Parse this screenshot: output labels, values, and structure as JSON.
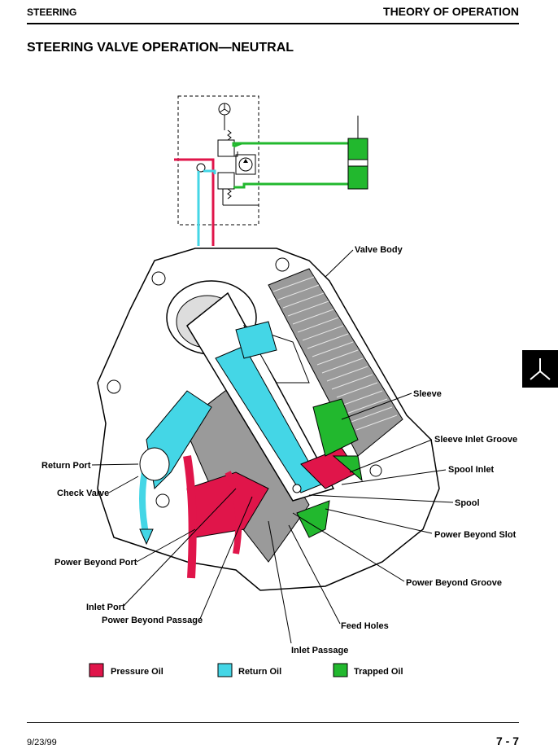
{
  "header": {
    "section": "STEERING",
    "chapter": "THEORY OF OPERATION"
  },
  "title": "STEERING VALVE OPERATION—NEUTRAL",
  "callouts": {
    "valve_body": "Valve Body",
    "sleeve": "Sleeve",
    "sleeve_inlet_groove": "Sleeve Inlet Groove",
    "spool_inlet": "Spool Inlet",
    "spool": "Spool",
    "power_beyond_slot": "Power Beyond Slot",
    "power_beyond_groove": "Power Beyond Groove",
    "feed_holes": "Feed Holes",
    "inlet_passage": "Inlet Passage",
    "return_port": "Return Port",
    "check_valve": "Check Valve",
    "power_beyond_port": "Power Beyond Port",
    "inlet_port": "Inlet Port",
    "power_beyond_passage": "Power Beyond Passage"
  },
  "legend": [
    {
      "label": "Pressure Oil",
      "color": "#e0154a"
    },
    {
      "label": "Return Oil",
      "color": "#44d6e6"
    },
    {
      "label": "Trapped Oil",
      "color": "#22b82e"
    }
  ],
  "footer": {
    "date": "9/23/99",
    "page": "7 - 7"
  }
}
